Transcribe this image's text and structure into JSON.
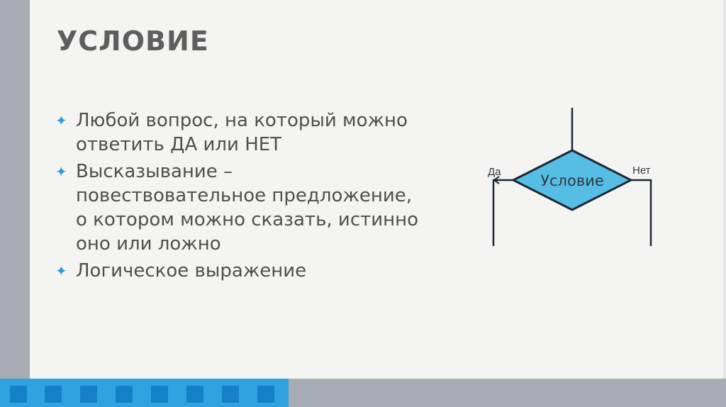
{
  "slide": {
    "title": "УСЛОВИЕ",
    "bullets": [
      "Любой вопрос, на который можно ответить ДА или НЕТ",
      "Высказывание – повествовательное предложение, о котором можно сказать, истинно оно или ложно",
      "Логическое выражение"
    ]
  },
  "diagram": {
    "condition_label": "Условие",
    "yes_label": "Да",
    "no_label": "Нет"
  },
  "colors": {
    "accent": "#2ea3e0",
    "accent_dark": "#157fc8",
    "diamond_fill": "#56bde4",
    "sidebar": "#a8adb5"
  },
  "icons": {
    "bullet": "four-pointed-star-icon"
  }
}
